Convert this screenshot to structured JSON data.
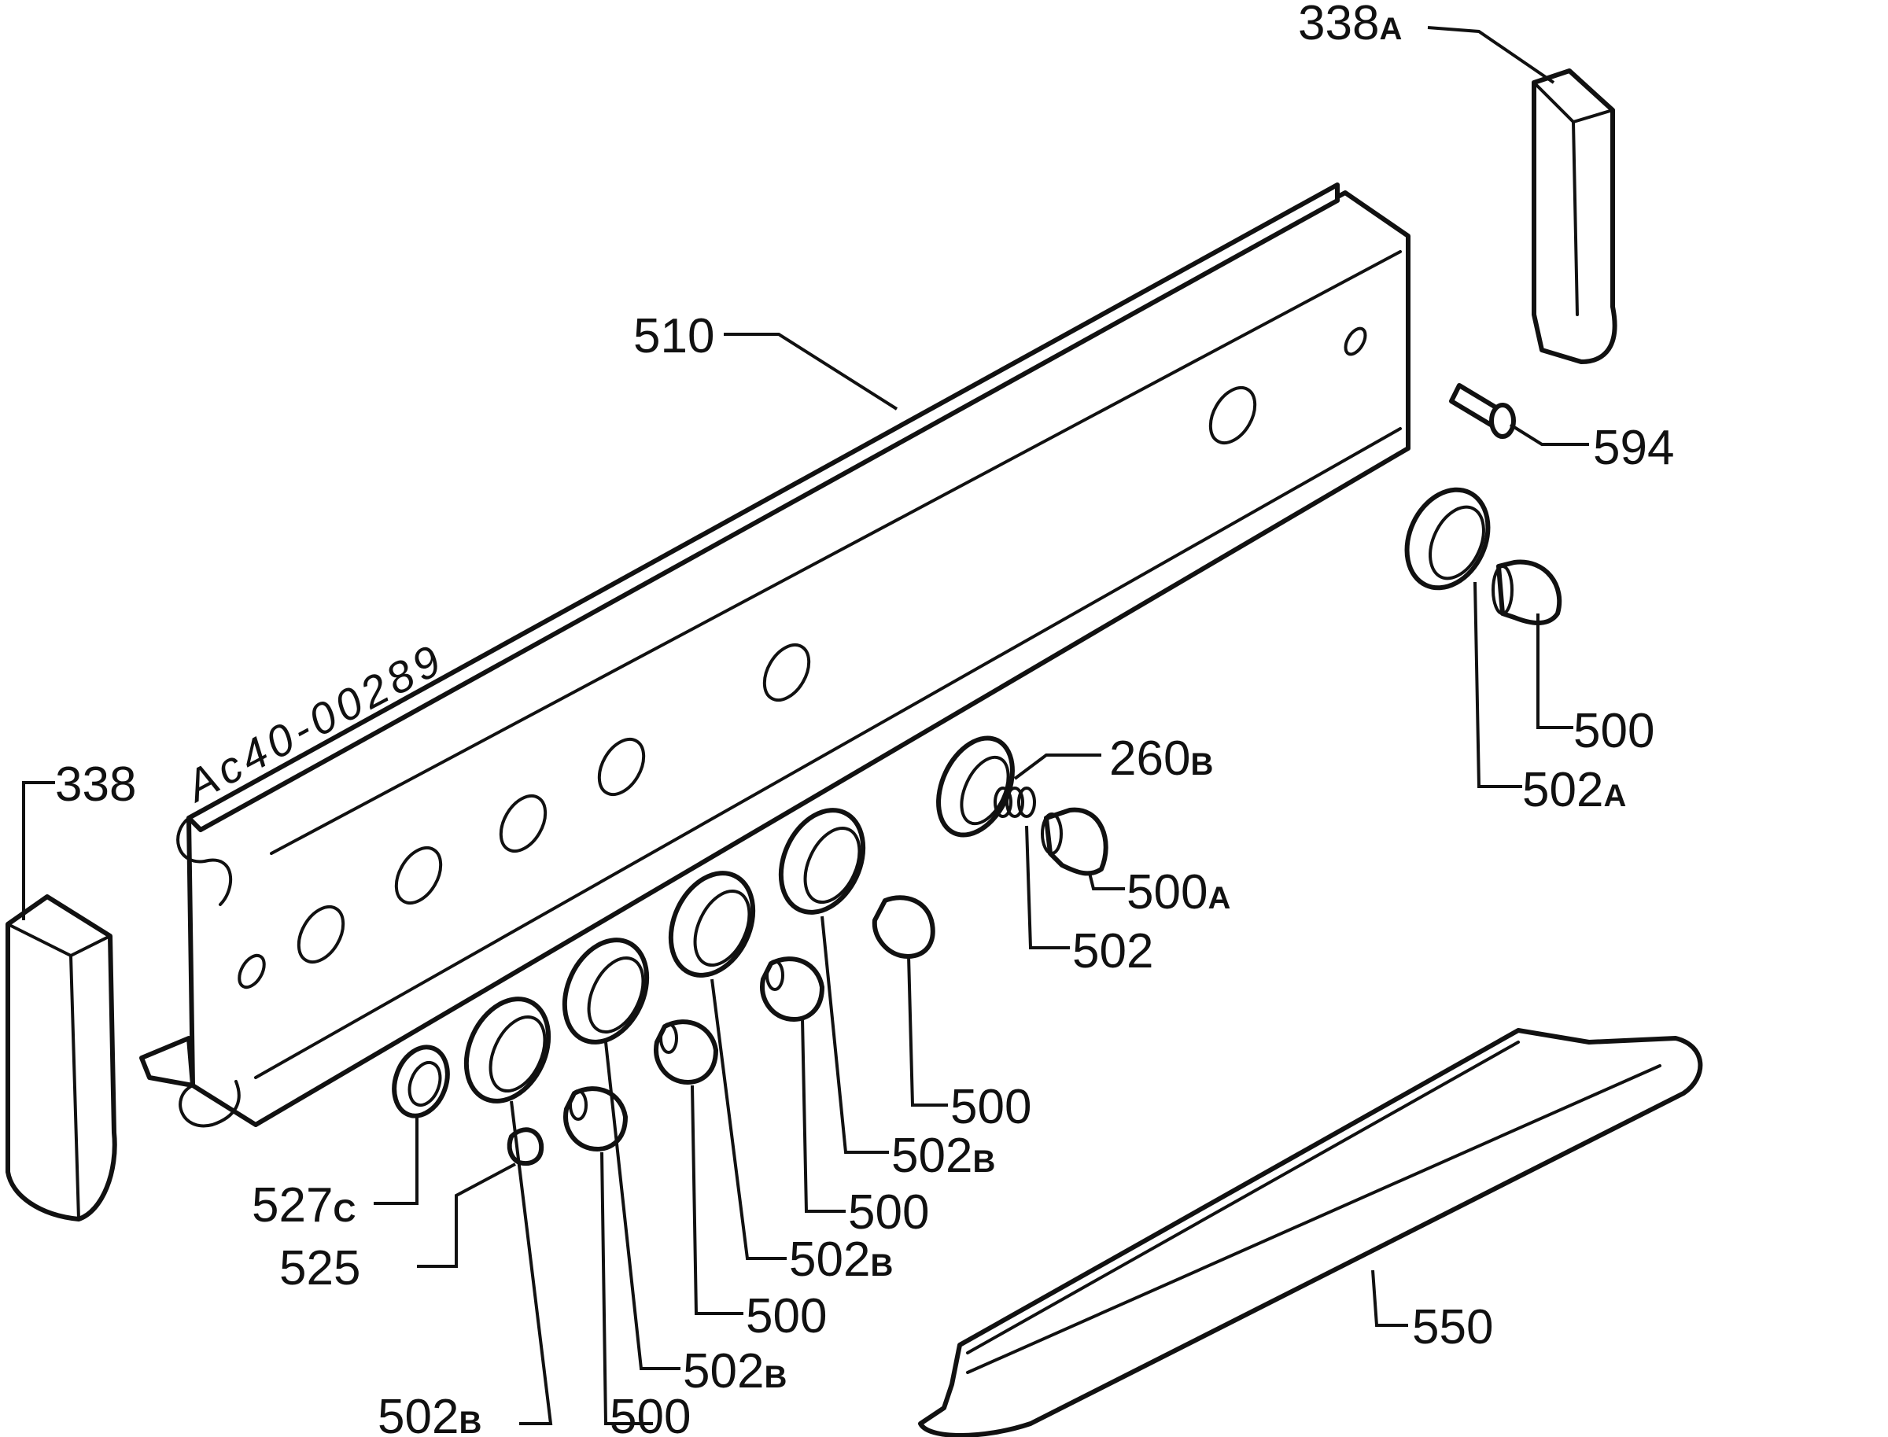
{
  "drawing_reference": "Ac40-00289",
  "callouts": {
    "c338A": {
      "num": "338",
      "suffix": "A"
    },
    "c510": {
      "num": "510",
      "suffix": ""
    },
    "c594": {
      "num": "594",
      "suffix": ""
    },
    "c500_tr": {
      "num": "500",
      "suffix": ""
    },
    "c502A": {
      "num": "502",
      "suffix": "A"
    },
    "c260B": {
      "num": "260",
      "suffix": "B"
    },
    "c500A": {
      "num": "500",
      "suffix": "A"
    },
    "c502": {
      "num": "502",
      "suffix": ""
    },
    "c338": {
      "num": "338",
      "suffix": ""
    },
    "c500_a": {
      "num": "500",
      "suffix": ""
    },
    "c502B_a": {
      "num": "502",
      "suffix": "B"
    },
    "c500_b": {
      "num": "500",
      "suffix": ""
    },
    "c502B_b": {
      "num": "502",
      "suffix": "B"
    },
    "c500_c": {
      "num": "500",
      "suffix": ""
    },
    "c502B_c": {
      "num": "502",
      "suffix": "B"
    },
    "c500_d": {
      "num": "500",
      "suffix": ""
    },
    "c502B_d": {
      "num": "502",
      "suffix": "B"
    },
    "c527C": {
      "num": "527",
      "suffix": "C"
    },
    "c525": {
      "num": "525",
      "suffix": ""
    },
    "c550": {
      "num": "550",
      "suffix": ""
    }
  }
}
